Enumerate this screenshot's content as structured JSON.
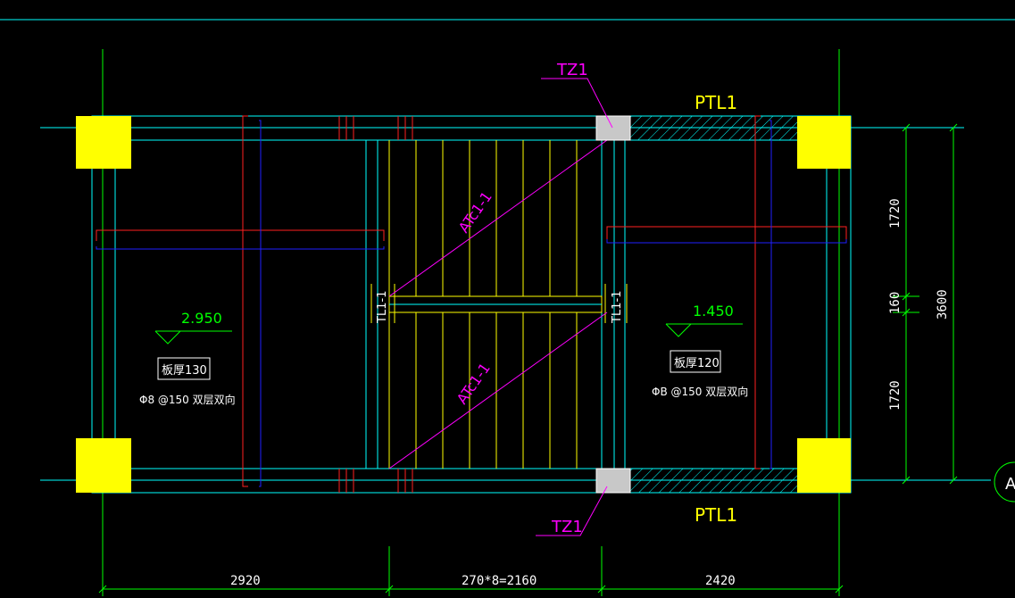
{
  "labels": {
    "tz_top": "TZ1",
    "tz_bottom": "TZ1",
    "ptl_top": "PTL1",
    "ptl_bottom": "PTL1",
    "stair_upper": "ATc1-1",
    "stair_lower": "ATc1-1",
    "tl_left": "TL1-1",
    "tl_right": "TL1-1",
    "elev_left": "2.950",
    "elev_right": "1.450",
    "slab_left": "板厚130",
    "slab_right": "板厚120",
    "rebar_left": "Φ8 @150  双层双向",
    "rebar_right": "ΦB @150  双层双向",
    "axis_bubble": "A"
  },
  "dims": {
    "bottom_1": "2920",
    "bottom_2": "270*8=2160",
    "bottom_3": "2420",
    "right_1": "1720",
    "right_2": "160",
    "right_3": "1720",
    "right_total": "3600"
  },
  "colors": {
    "background": "#000000",
    "wall": "#00FFFF",
    "column": "#FFFF00",
    "stair": "#FFFF00",
    "rebar_red": "#FF2020",
    "rebar_blue": "#2020FF",
    "label_magenta": "#FF00FF",
    "label_yellow": "#FFFF00",
    "dimension": "#00FF00",
    "text_white": "#FFFFFF",
    "tz_fill": "#C8C8C8"
  }
}
